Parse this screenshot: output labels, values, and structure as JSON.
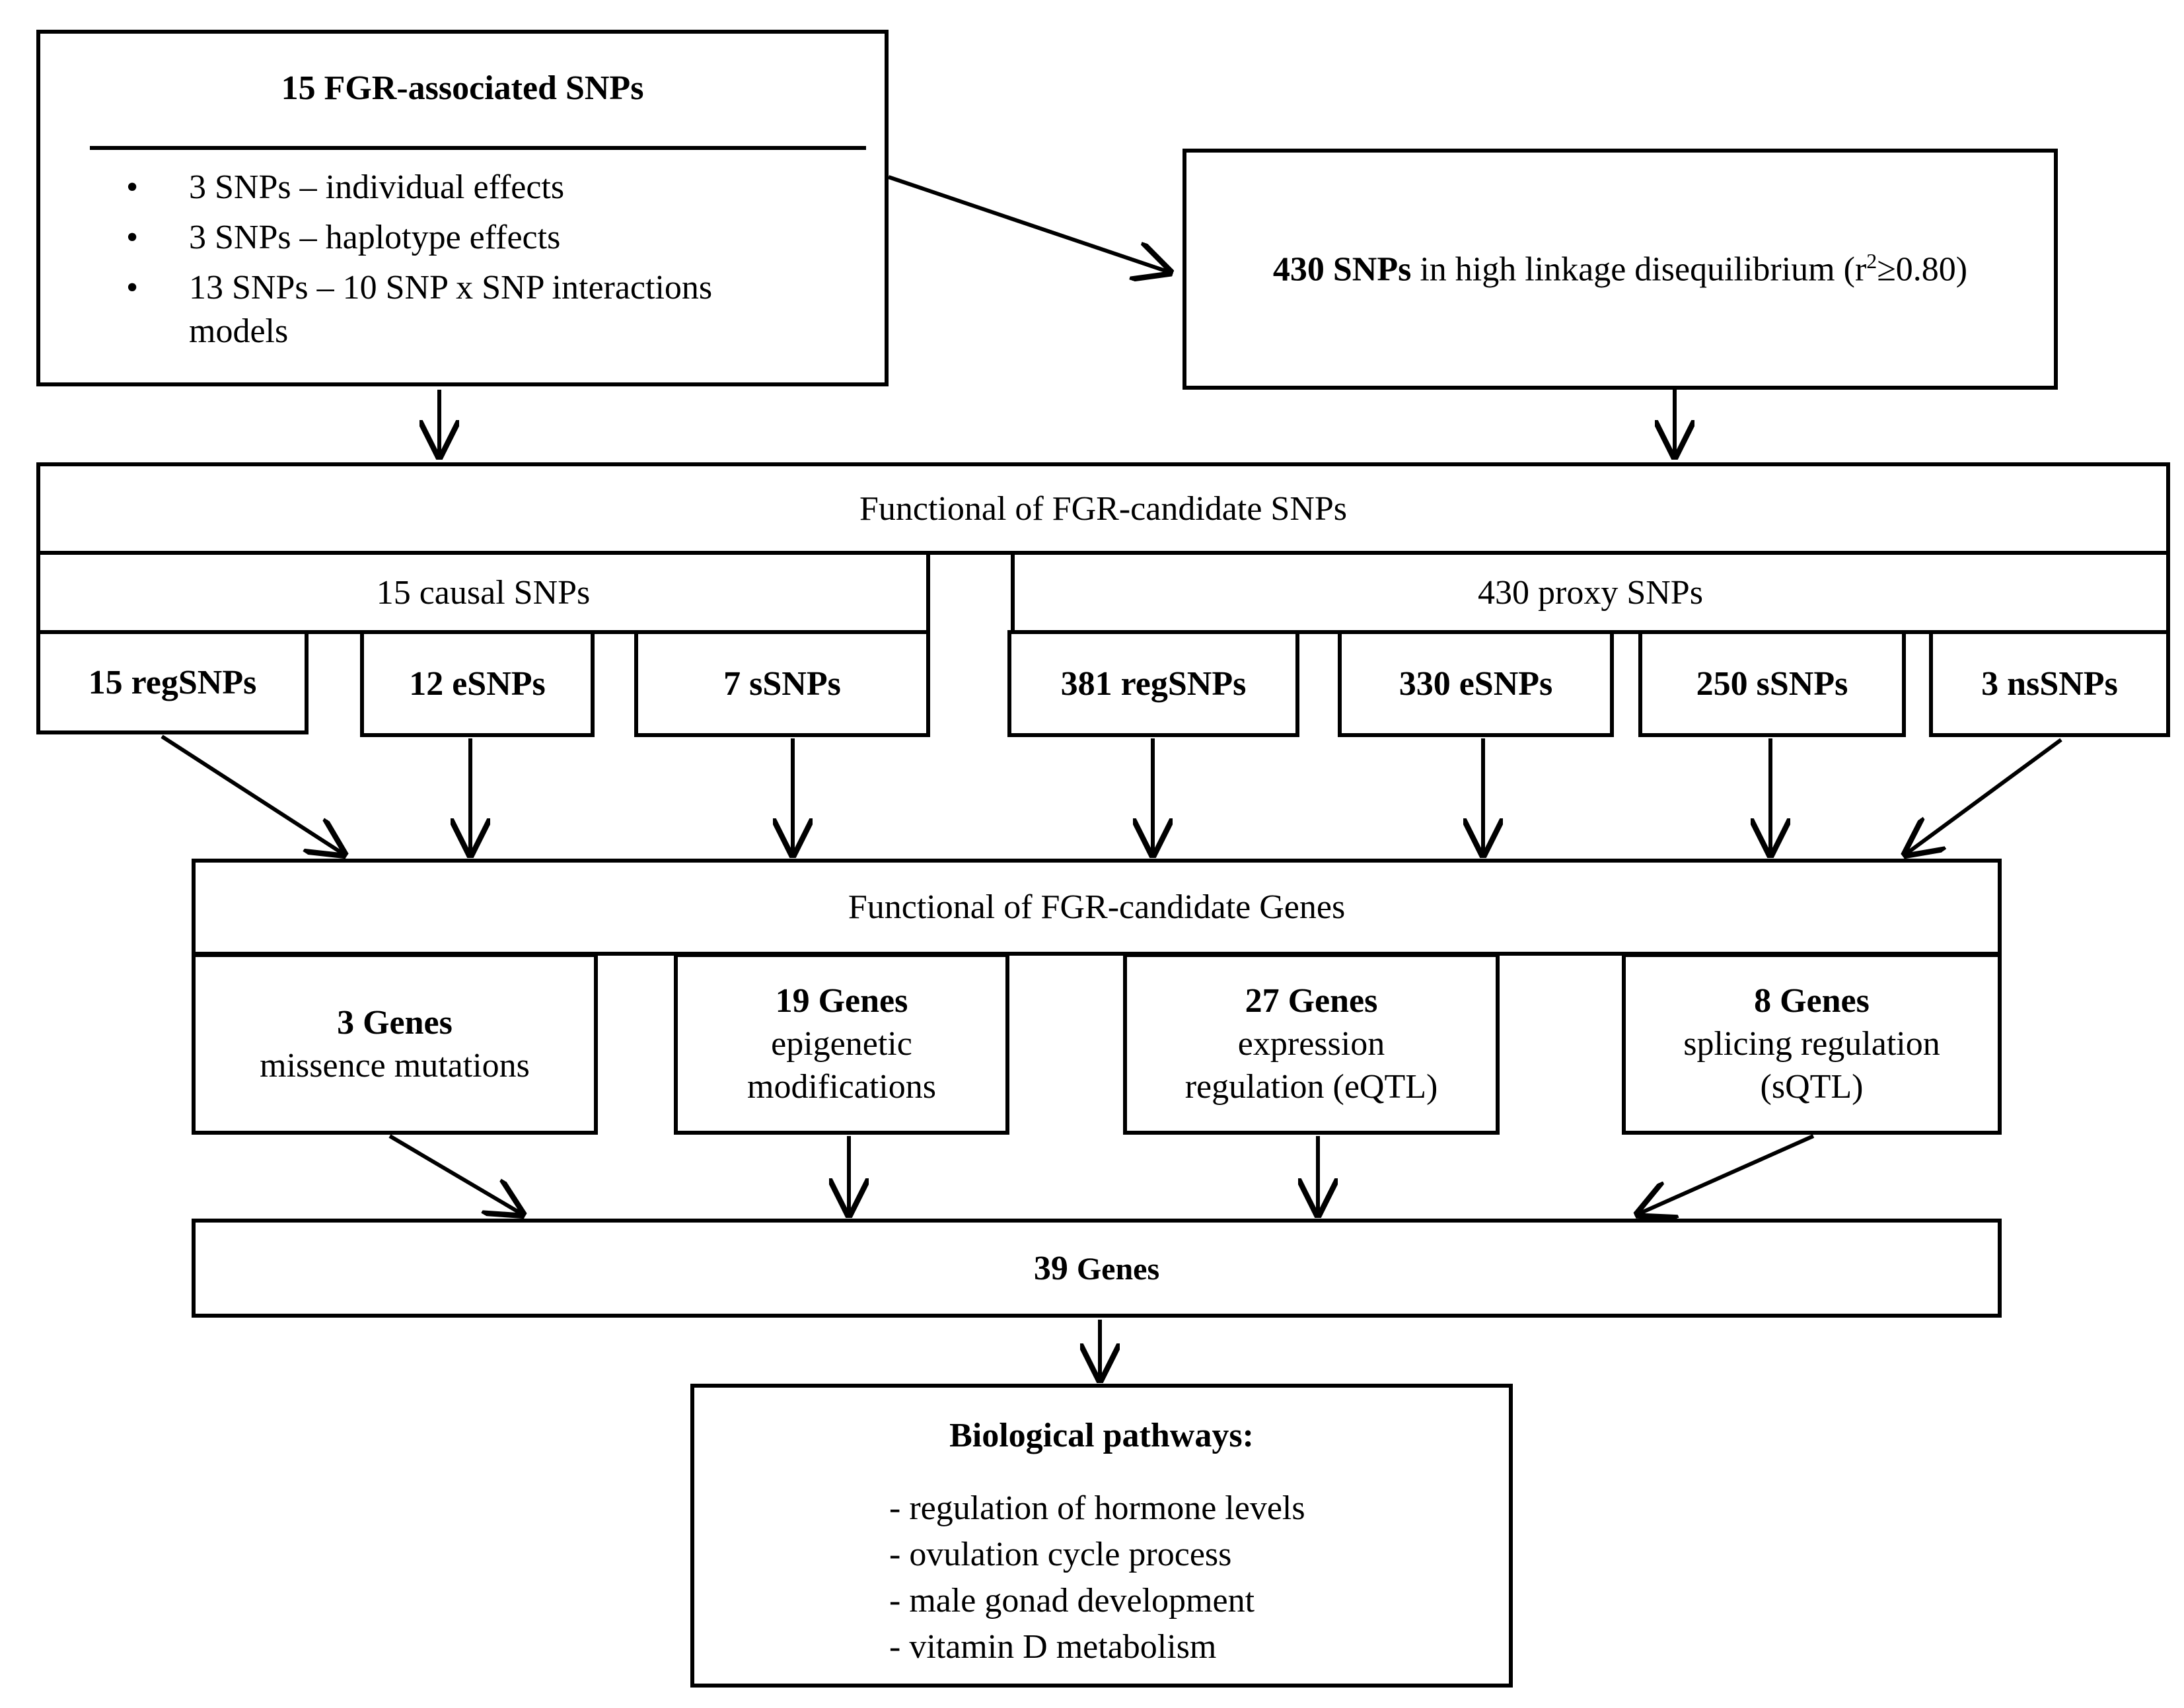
{
  "top_left": {
    "title": "15 FGR-associated SNPs",
    "bullets": [
      "3 SNPs – individual effects",
      "3 SNPs – haplotype effects",
      "13 SNPs – 10 SNP x SNP interactions"
    ],
    "bullet_continuation": "models"
  },
  "top_right": {
    "bold": "430 SNPs",
    "text": " in high linkage disequilibrium (r",
    "sup": "2",
    "text_end": "≥0.80)"
  },
  "functional_snps": "Functional of FGR-candidate SNPs",
  "causal_header": "15 causal SNPs",
  "proxy_header": "430 proxy SNPs",
  "snp_categories": [
    "15 regSNPs",
    "12 eSNPs",
    "7 sSNPs",
    "381 regSNPs",
    "330 eSNPs",
    "250 sSNPs",
    "3 nsSNPs"
  ],
  "functional_genes": "Functional of FGR-candidate Genes",
  "gene_boxes": [
    {
      "bold": "3 Genes",
      "line1": "missence mutations",
      "line2": ""
    },
    {
      "bold": "19 Genes",
      "line1": "epigenetic",
      "line2": "modifications"
    },
    {
      "bold": "27 Genes",
      "line1": "expression",
      "line2": "regulation (eQTL)"
    },
    {
      "bold": "8 Genes",
      "line1": "splicing regulation",
      "line2": "(sQTL)"
    }
  ],
  "genes_total": {
    "bold": "39",
    "text": "Genes"
  },
  "pathways": {
    "title": "Biological pathways:",
    "items": [
      "- regulation of hormone levels",
      "- ovulation cycle process",
      "- male gonad development",
      "- vitamin D metabolism"
    ]
  }
}
